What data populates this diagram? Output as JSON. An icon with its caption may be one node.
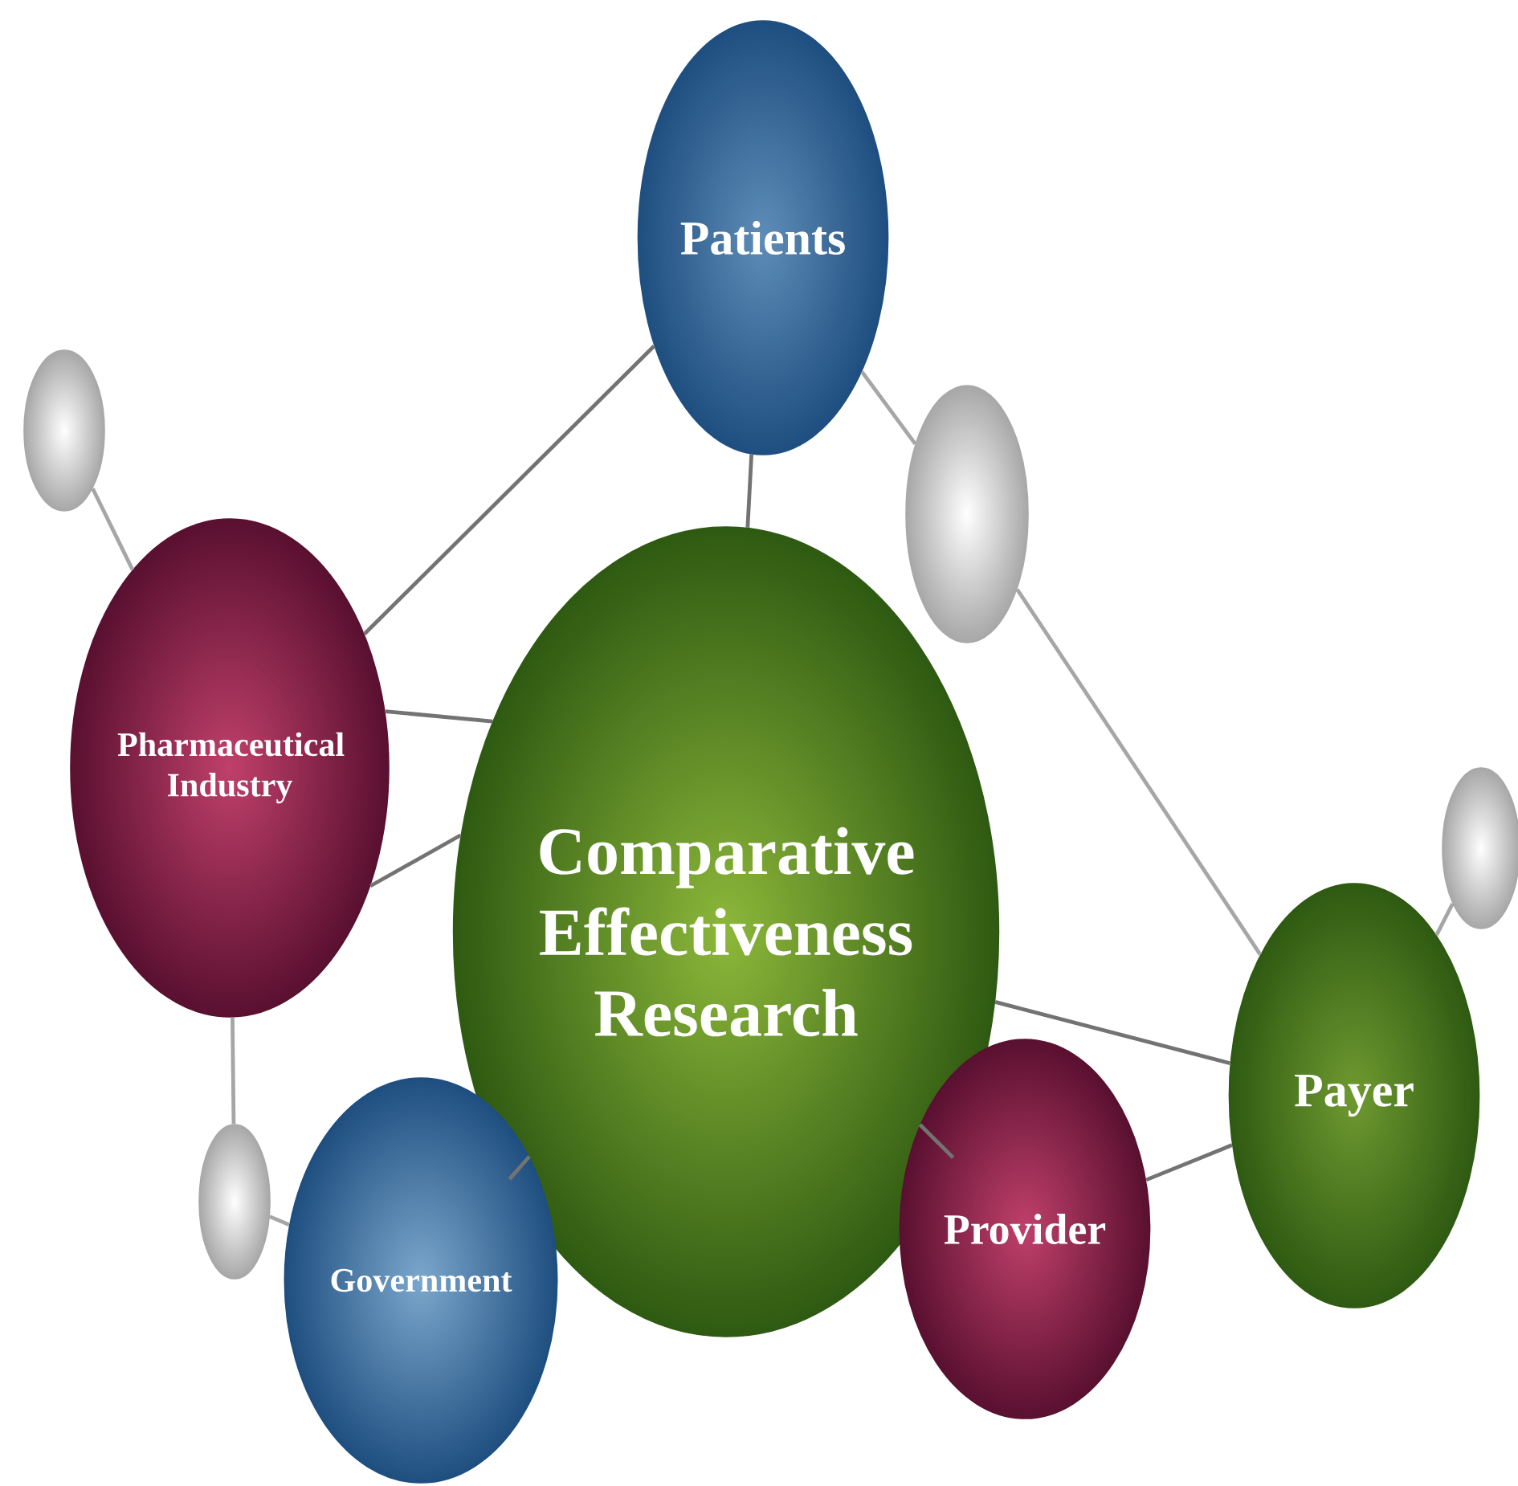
{
  "diagram": {
    "nodes": [
      {
        "text": [
          "Patients"
        ]
      },
      {
        "text": [],
        "shape": "circle"
      },
      {
        "text": [],
        "shape": "circle"
      },
      {
        "text": [
          "Pharmaceutical Industry"
        ]
      },
      {
        "text": [
          "Comparative Effectiveness Research"
        ]
      },
      {
        "text": [],
        "shape": "circle"
      },
      {
        "text": [
          "Payer"
        ]
      },
      {
        "text": [],
        "shape": "circle"
      },
      {
        "text": [
          "Provider"
        ]
      },
      {
        "text": [
          "Government"
        ]
      }
    ],
    "edges": [
      {
        "from": 1,
        "to": 3,
        "arrow": "none"
      },
      {
        "from": 3,
        "to": 0,
        "arrow": "none"
      },
      {
        "from": 0,
        "to": 2,
        "arrow": "none"
      },
      {
        "from": 0,
        "to": 4,
        "arrow": "none"
      },
      {
        "from": 3,
        "to": 4,
        "arrow": "none"
      },
      {
        "from": 3,
        "to": 4,
        "arrow": "none"
      },
      {
        "from": 2,
        "to": 6,
        "arrow": "none"
      },
      {
        "from": 4,
        "to": 6,
        "arrow": "none"
      },
      {
        "from": 6,
        "to": 5,
        "arrow": "none"
      },
      {
        "from": 8,
        "to": 6,
        "arrow": "none"
      },
      {
        "from": 4,
        "to": 8,
        "arrow": "none"
      },
      {
        "from": 4,
        "to": 9,
        "arrow": "none"
      },
      {
        "from": 3,
        "to": 7,
        "arrow": "none"
      },
      {
        "from": 7,
        "to": 9,
        "arrow": "none"
      }
    ]
  }
}
